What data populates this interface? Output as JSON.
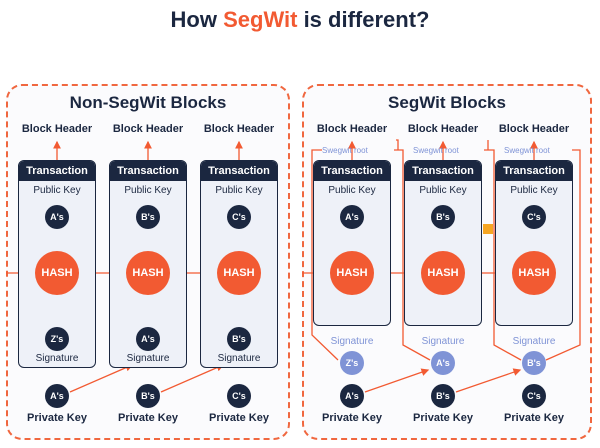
{
  "title": {
    "prefix": "How ",
    "accent": "SegWit",
    "suffix": " is different?"
  },
  "left": {
    "title": "Non-SegWit Blocks",
    "block_header": "Block Header",
    "transaction": "Transaction",
    "public_key": "Public Key",
    "hash": "HASH",
    "signature": "Signature",
    "private_key": "Private Key",
    "columns": [
      {
        "pub": "A's",
        "sig": "Z's",
        "priv": "A's"
      },
      {
        "pub": "B's",
        "sig": "A's",
        "priv": "B's"
      },
      {
        "pub": "C's",
        "sig": "B's",
        "priv": "C's"
      }
    ]
  },
  "right": {
    "title": "SegWit Blocks",
    "block_header": "Block Header",
    "segwit_root": "Swegwit root",
    "transaction": "Transaction",
    "public_key": "Public Key",
    "hash": "HASH",
    "signature": "Signature",
    "private_key": "Private Key",
    "columns": [
      {
        "pub": "A's",
        "sig": "Z's",
        "priv": "A's"
      },
      {
        "pub": "B's",
        "sig": "A's",
        "priv": "B's"
      },
      {
        "pub": "C's",
        "sig": "B's",
        "priv": "C's"
      }
    ]
  },
  "colors": {
    "navy": "#1b2740",
    "orange": "#f25a32",
    "light_blue": "#7f93d6",
    "connector": "#f6a623"
  }
}
